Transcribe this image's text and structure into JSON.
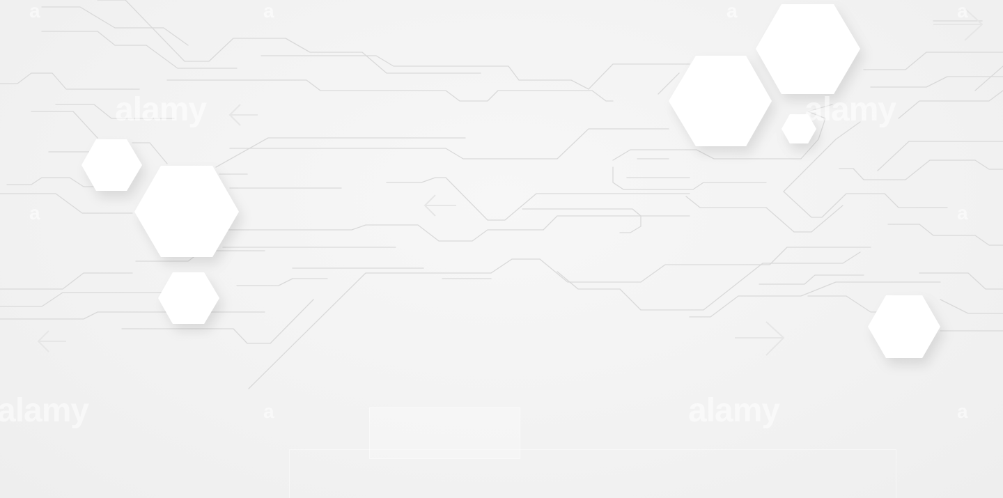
{
  "image": {
    "description_tag": "abstract circuit board background with white hexagons",
    "background_color": "#f3f3f3",
    "line_color": "#d8d8d8",
    "hexagon_color": "#ffffff"
  },
  "watermark": {
    "brand": "alamy",
    "letter": "a"
  }
}
